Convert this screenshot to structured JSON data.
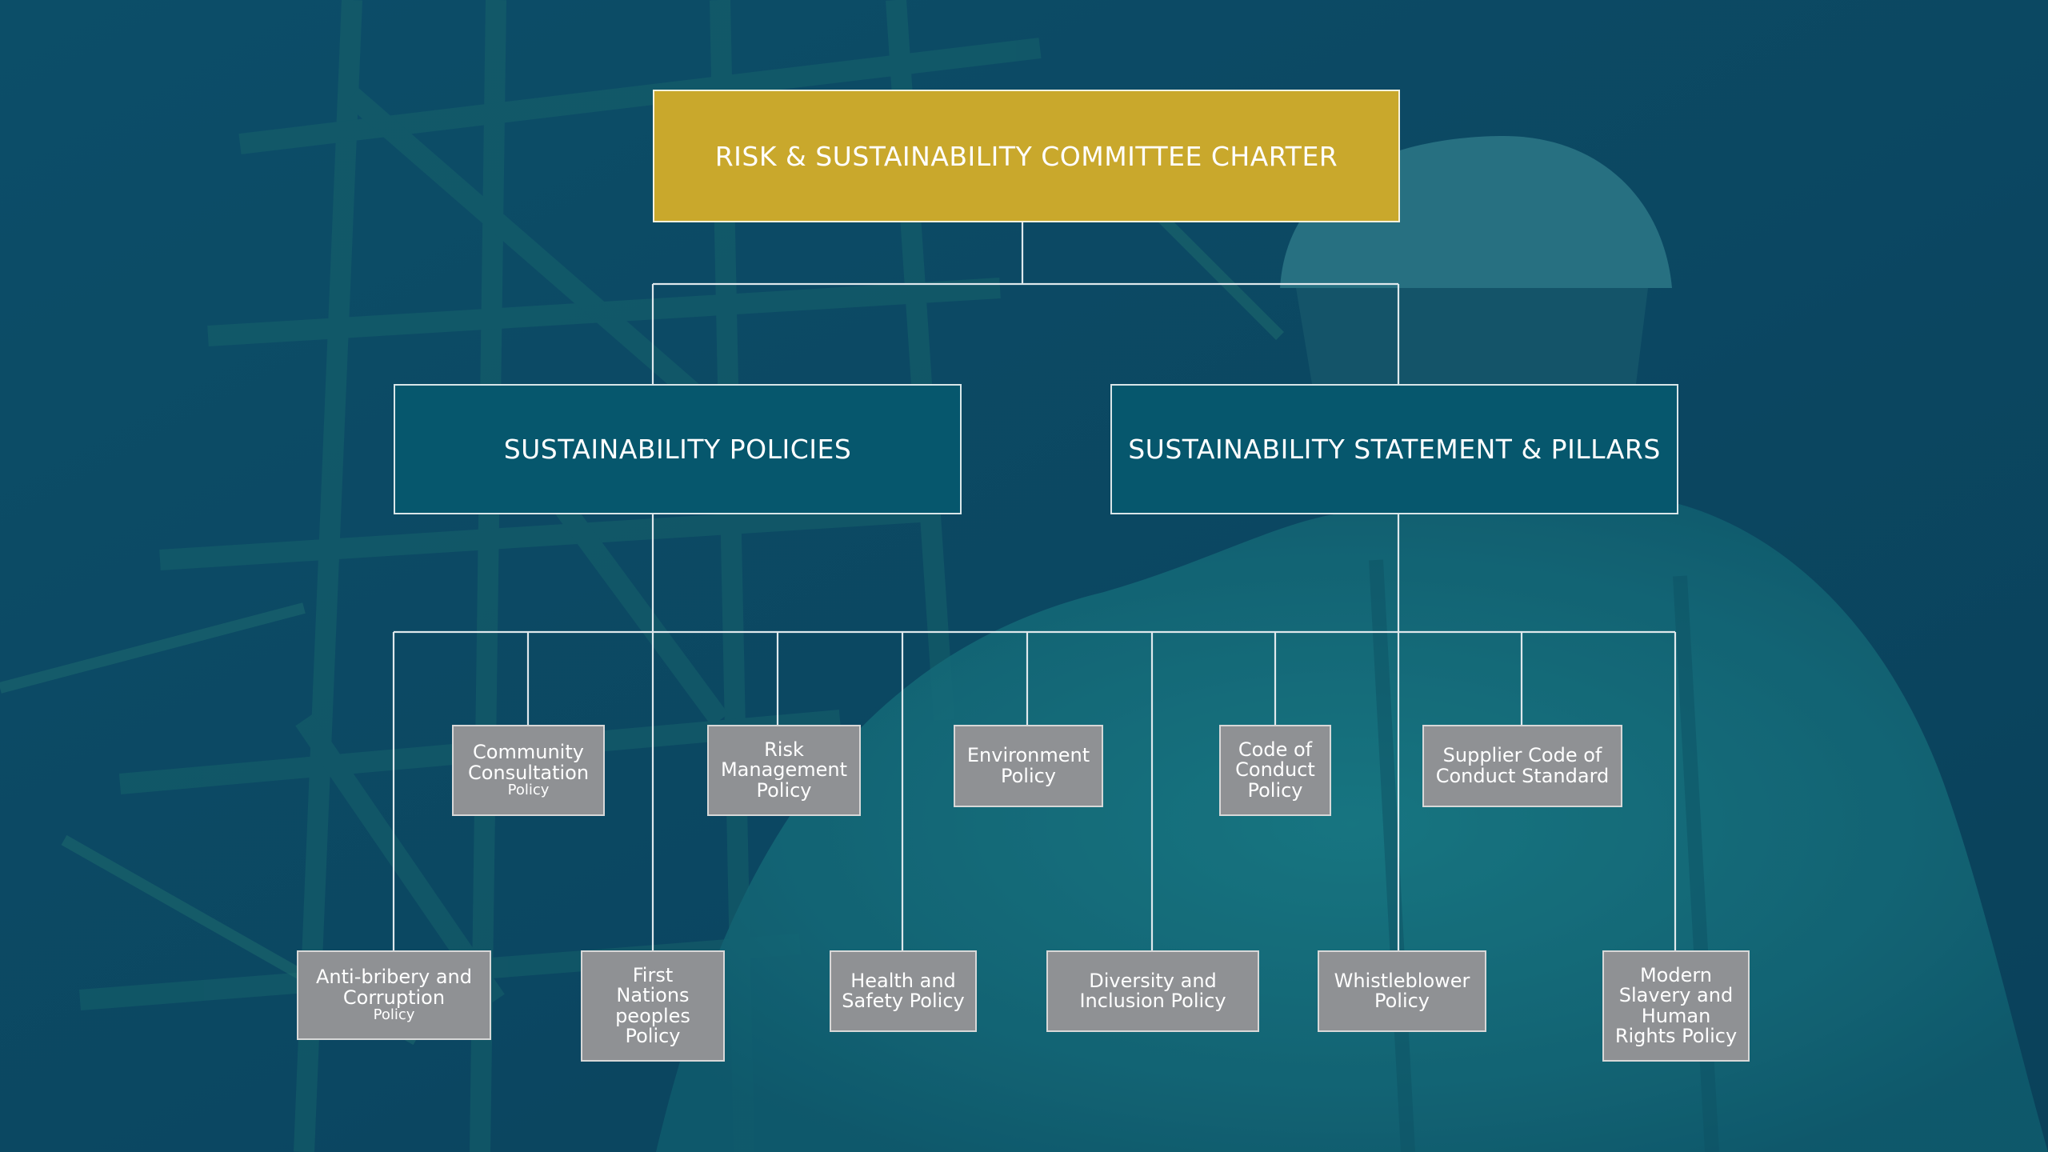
{
  "colors": {
    "charter": "#c9a82c",
    "section": "#06576d",
    "policy": "#8f9194",
    "connector": "#dfe8ec",
    "background": "#0c4a63"
  },
  "charter": {
    "title": "RISK & SUSTAINABILITY COMMITTEE CHARTER"
  },
  "sections": {
    "policies": {
      "title": "SUSTAINABILITY POLICIES"
    },
    "statement": {
      "title": "SUSTAINABILITY STATEMENT & PILLARS"
    }
  },
  "policies": {
    "community": {
      "main": "Community Consultation",
      "sub": "Policy"
    },
    "risk": {
      "main": "Risk Management Policy"
    },
    "environment": {
      "main": "Environment Policy"
    },
    "code_of_conduct": {
      "main": "Code of Conduct Policy"
    },
    "supplier": {
      "main": "Supplier Code of Conduct Standard"
    },
    "anti_bribery": {
      "main": "Anti-bribery and Corruption",
      "sub": "Policy"
    },
    "first_nations": {
      "main": "First Nations peoples Policy"
    },
    "health_safety": {
      "main": "Health and Safety Policy"
    },
    "diversity": {
      "main": "Diversity and Inclusion Policy"
    },
    "whistleblower": {
      "main": "Whistleblower Policy"
    },
    "modern_slavery": {
      "main": "Modern Slavery and Human Rights Policy"
    }
  }
}
